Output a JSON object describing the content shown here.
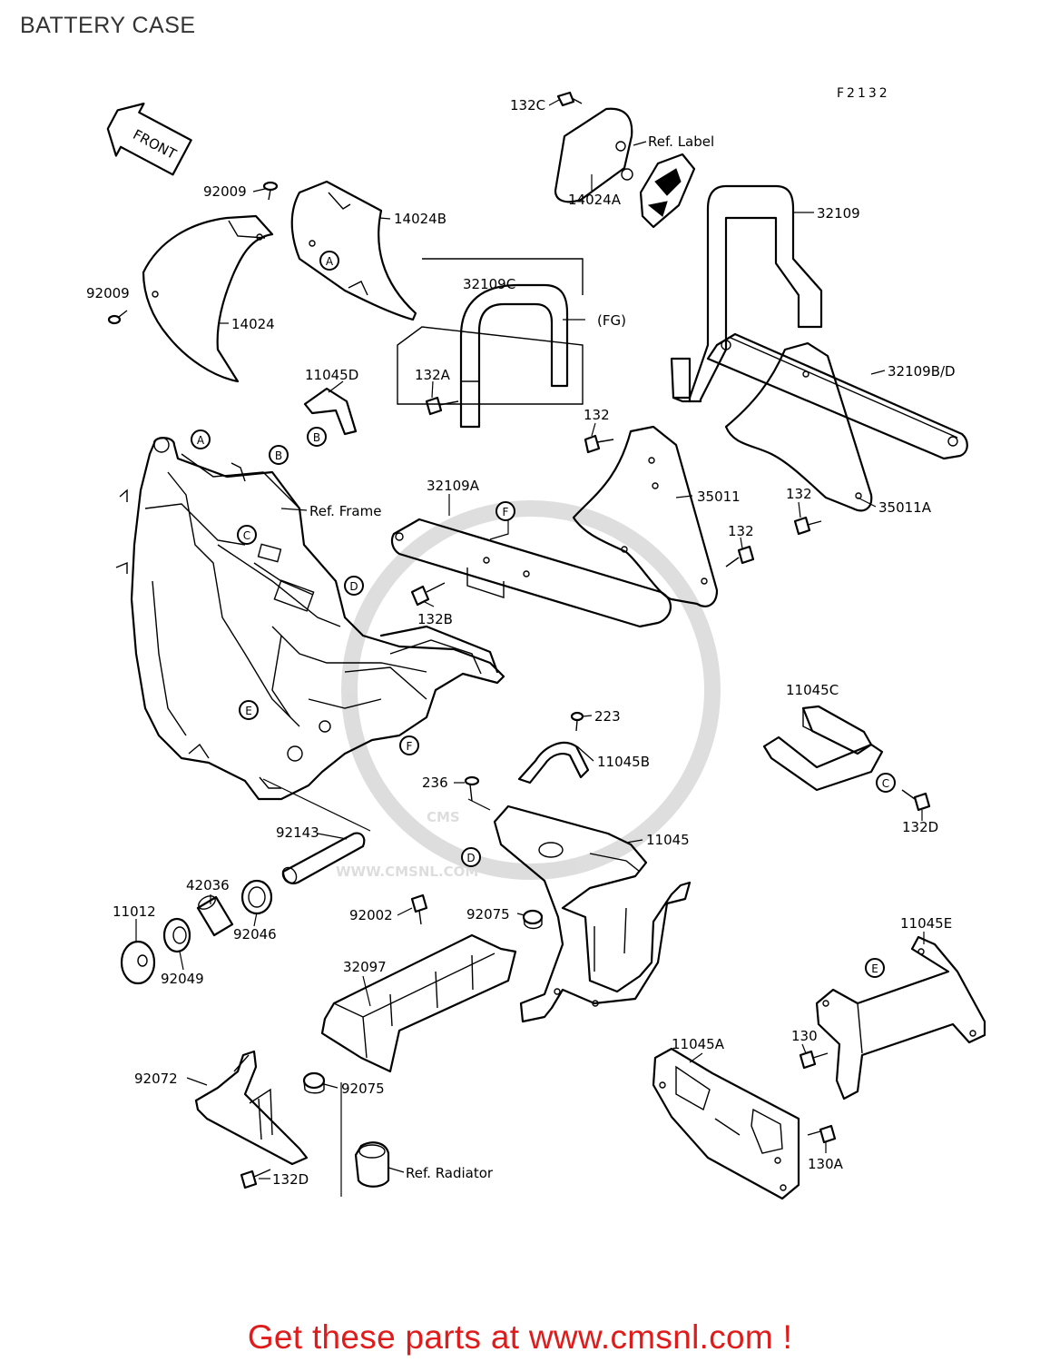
{
  "title": "BATTERY CASE",
  "figure_code": "F2132",
  "front_arrow_label": "FRONT",
  "footer": "Get these parts at www.cmsnl.com !",
  "watermark": {
    "line1": "CMS",
    "line2": "WWW.CMSNL.COM"
  },
  "colors": {
    "footer_text": "#e01b1b",
    "line_art": "#000000",
    "background": "#ffffff"
  },
  "callouts": {
    "p132C": "132C",
    "ref_label": "Ref. Label",
    "p14024A": "14024A",
    "p32109": "32109",
    "p92009_top": "92009",
    "p14024B": "14024B",
    "p92009_left": "92009",
    "p14024": "14024",
    "p32109C": "32109C",
    "fg": "(FG)",
    "p132A": "132A",
    "p11045D": "11045D",
    "p32109BD": "32109B/D",
    "p132_a": "132",
    "p35011": "35011",
    "p132_b": "132",
    "p35011A": "35011A",
    "p32109A": "32109A",
    "ref_frame": "Ref. Frame",
    "p132_c": "132",
    "p132B": "132B",
    "p11045C": "11045C",
    "p223": "223",
    "p11045B": "11045B",
    "p236": "236",
    "p132D_right": "132D",
    "p92143": "92143",
    "p11045": "11045",
    "p42036": "42036",
    "p11012": "11012",
    "p92046": "92046",
    "p92002": "92002",
    "p92075_top": "92075",
    "p11045E": "11045E",
    "p92049": "92049",
    "p32097": "32097",
    "p130": "130",
    "p11045A": "11045A",
    "p92072": "92072",
    "p92075_bottom": "92075",
    "ref_radiator": "Ref. Radiator",
    "p132D_left": "132D",
    "p130A": "130A"
  },
  "ref_markers": {
    "A": "A",
    "B": "B",
    "C": "C",
    "D": "D",
    "E": "E",
    "F": "F"
  }
}
